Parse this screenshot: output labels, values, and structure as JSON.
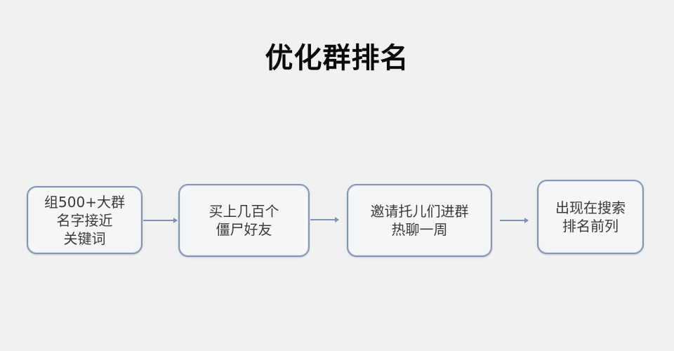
{
  "title": "优化群排名",
  "steps": [
    {
      "lines": [
        "组500+大群",
        "名字接近",
        "关键词"
      ]
    },
    {
      "lines": [
        "买上几百个",
        "僵尸好友"
      ]
    },
    {
      "lines": [
        "邀请托儿们进群",
        "热聊一周"
      ]
    },
    {
      "lines": [
        "出现在搜索",
        "排名前列"
      ]
    }
  ],
  "colors": {
    "background": "#f1f1f1",
    "box_border": "#8595b2",
    "arrow": "#7f93b3",
    "text": "#3a3a3a"
  }
}
